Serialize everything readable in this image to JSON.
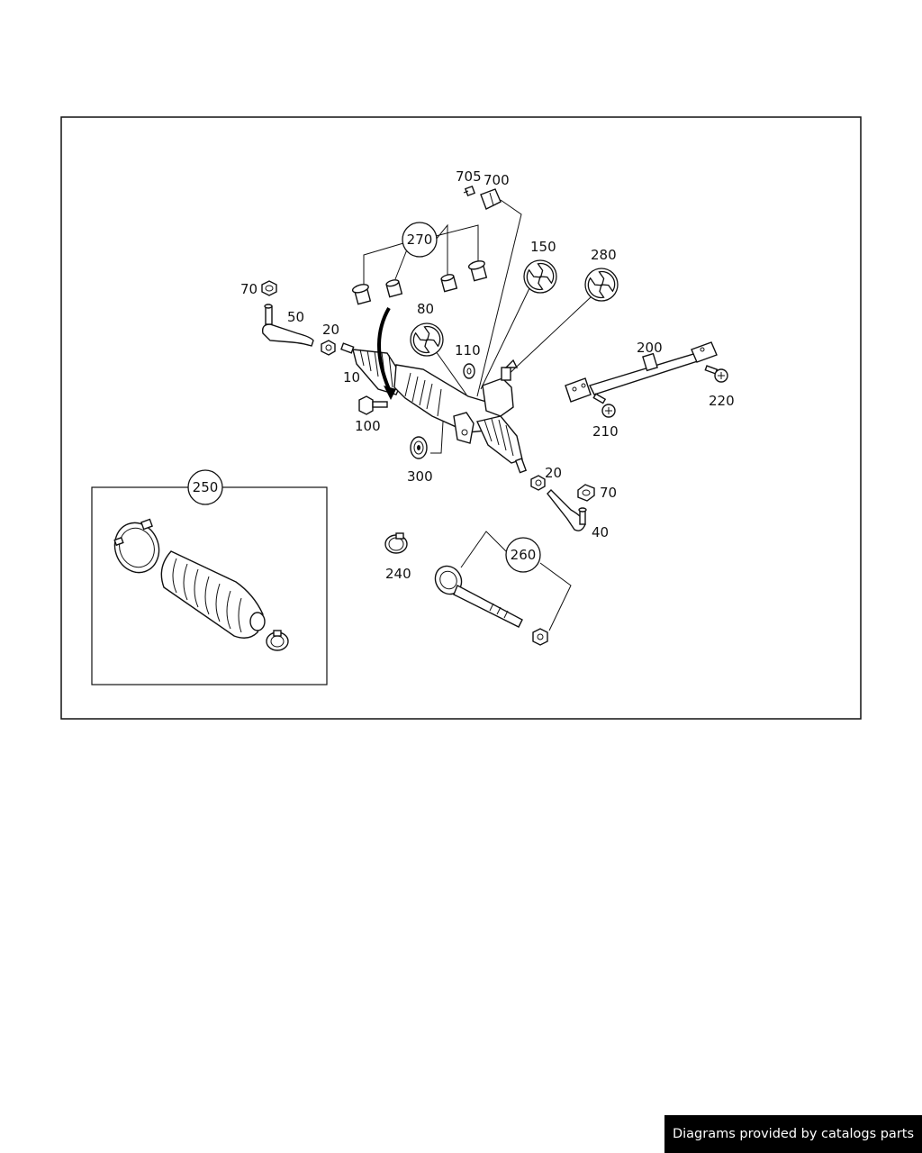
{
  "callouts": {
    "c705": "705",
    "c700": "700",
    "c270": "270",
    "c150": "150",
    "c280": "280",
    "c70a": "70",
    "c50": "50",
    "c20a": "20",
    "c80": "80",
    "c110": "110",
    "c200": "200",
    "c10": "10",
    "c100": "100",
    "c220": "220",
    "c210": "210",
    "c300": "300",
    "c20b": "20",
    "c70b": "70",
    "c250": "250",
    "c40": "40",
    "c260": "260",
    "c240": "240"
  },
  "footer": {
    "credit": "Diagrams provided by catalogs parts"
  },
  "icons": {
    "wrench": "wrench-icon"
  }
}
